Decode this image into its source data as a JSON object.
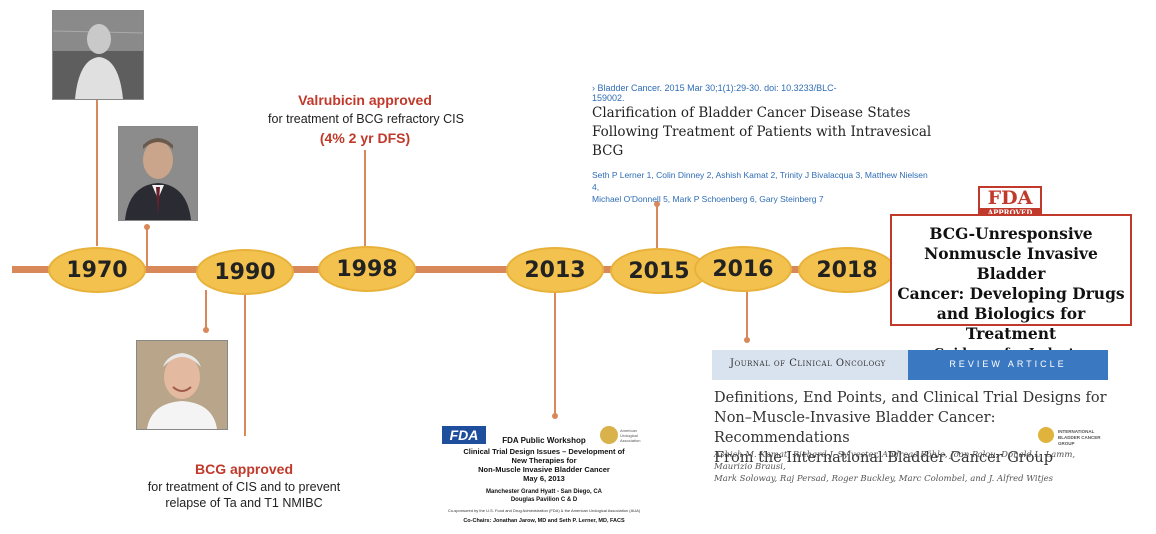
{
  "timeline": {
    "years": [
      "1970",
      "1990",
      "1998",
      "2013",
      "2015",
      "2016",
      "2018"
    ]
  },
  "events": {
    "valrubicin": {
      "title": "Valrubicin approved",
      "description": "for treatment of BCG refractory CIS",
      "note": "(4% 2 yr DFS)"
    },
    "bcg": {
      "title": "BCG approved",
      "line1": "for treatment of CIS and to prevent",
      "line2": "relapse of Ta and T1 NMIBC"
    }
  },
  "citation": {
    "source": "Bladder Cancer. 2015 Mar 30;1(1):29-30. doi: 10.3233/BLC-159002.",
    "title_line1": "Clarification of Bladder Cancer Disease States",
    "title_line2": "Following Treatment of Patients with Intravesical",
    "title_line3": "BCG",
    "authors_line1": "Seth P Lerner 1, Colin Dinney 2, Ashish Kamat 2, Trinity J Bivalacqua 3, Matthew Nielsen 4,",
    "authors_line2": "Michael O'Donnell 5, Mark P Schoenberg 6, Gary Steinberg 7"
  },
  "fda_guidance": {
    "logo_main": "FDA",
    "logo_sub": "APPROVED",
    "line1": "BCG-Unresponsive",
    "line2": "Nonmuscle Invasive Bladder",
    "line3": "Cancer: Developing Drugs",
    "line4": "and Biologics for Treatment",
    "line5": "Guidance for Industry"
  },
  "workshop": {
    "logo": "FDA",
    "title": "FDA Public Workshop",
    "subtitle1": "Clinical Trial Design Issues – Development of",
    "subtitle2": "New Therapies for",
    "subtitle3": "Non-Muscle Invasive Bladder Cancer",
    "date": "May 6, 2013",
    "venue": "Manchester Grand Hyatt - San Diego, CA",
    "room": "Douglas Pavilion C & D",
    "cosponsor": "Co-sponsored by the U.S. Food and Drug Administration (FDA) & the American Urological Association (AUA)",
    "chairs": "Co-Chairs: Jonathan Jarow, MD and Seth P. Lerner, MD, FACS",
    "aua_label": "American Urological Association"
  },
  "jco": {
    "journal": "Journal of Clinical Oncology",
    "section": "REVIEW ARTICLE",
    "title_line1": "Definitions, End Points, and Clinical Trial Designs for",
    "title_line2": "Non–Muscle-Invasive Bladder Cancer: Recommendations",
    "title_line3": "From the International Bladder Cancer Group",
    "ibcg_label": "INTERNATIONAL BLADDER CANCER GROUP",
    "authors_line1": "Ashish M. Kamat, Richard J. Sylvester, Andreas Böhle, Joan Palou, Donald L. Lamm, Maurizio Brausi,",
    "authors_line2": "Mark Soloway, Raj Persad, Roger Buckley, Marc Colombel, and J. Alfred Witjes"
  },
  "colors": {
    "timeline": "#d9885a",
    "node_fill": "#f2c14e",
    "highlight_red": "#c0392b",
    "link_blue": "#2f6db5",
    "jco_blue": "#3b78c2"
  }
}
